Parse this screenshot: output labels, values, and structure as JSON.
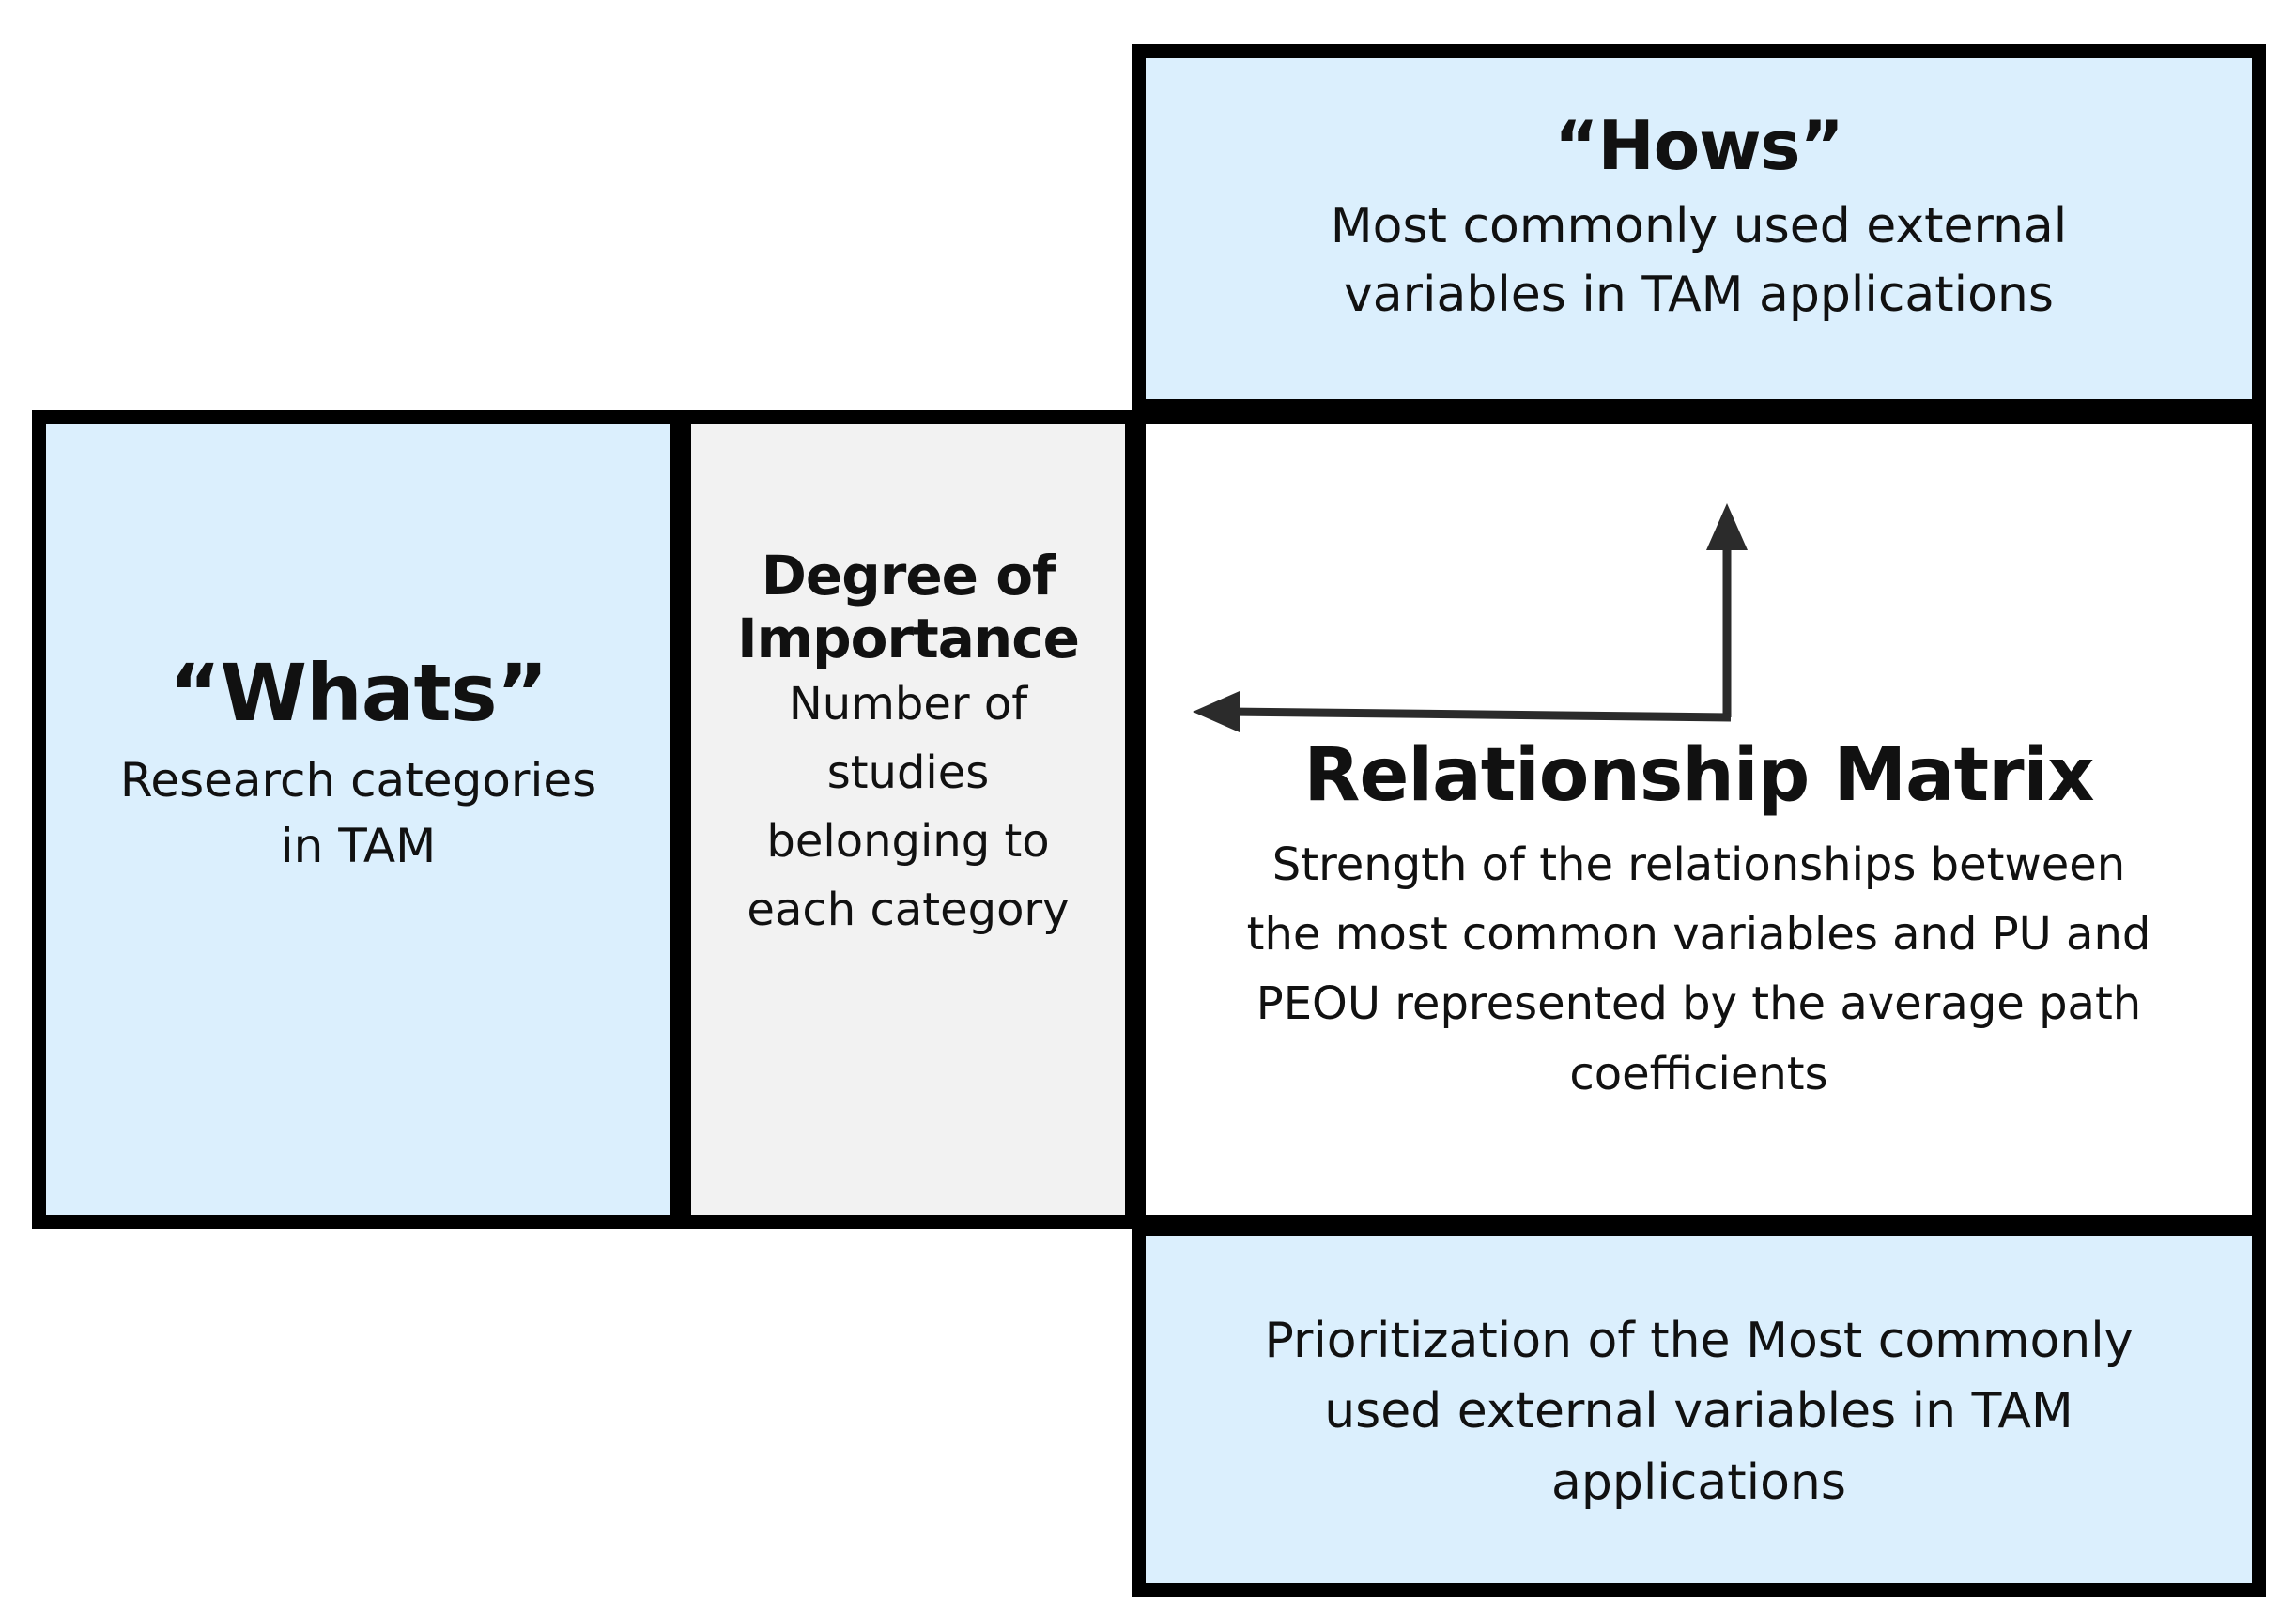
{
  "hows": {
    "title": "“Hows”",
    "description": "Most commonly used external variables in TAM applications"
  },
  "whats": {
    "title": "“Whats”",
    "description": "Research categories in TAM"
  },
  "degree": {
    "title": "Degree of Importance",
    "description": "Number of studies belonging to each category"
  },
  "matrix": {
    "title": "Relationship Matrix",
    "description": "Strength of the relationships between the most common variables and PU and PEOU represented by the average path coefficients"
  },
  "prioritization": {
    "description": "Prioritization of the Most commonly used external  variables in TAM applications"
  },
  "colors": {
    "light_blue": "#dbeffd",
    "light_gray": "#f2f2f2",
    "border": "#000000",
    "arrow": "#2b2b2b"
  }
}
